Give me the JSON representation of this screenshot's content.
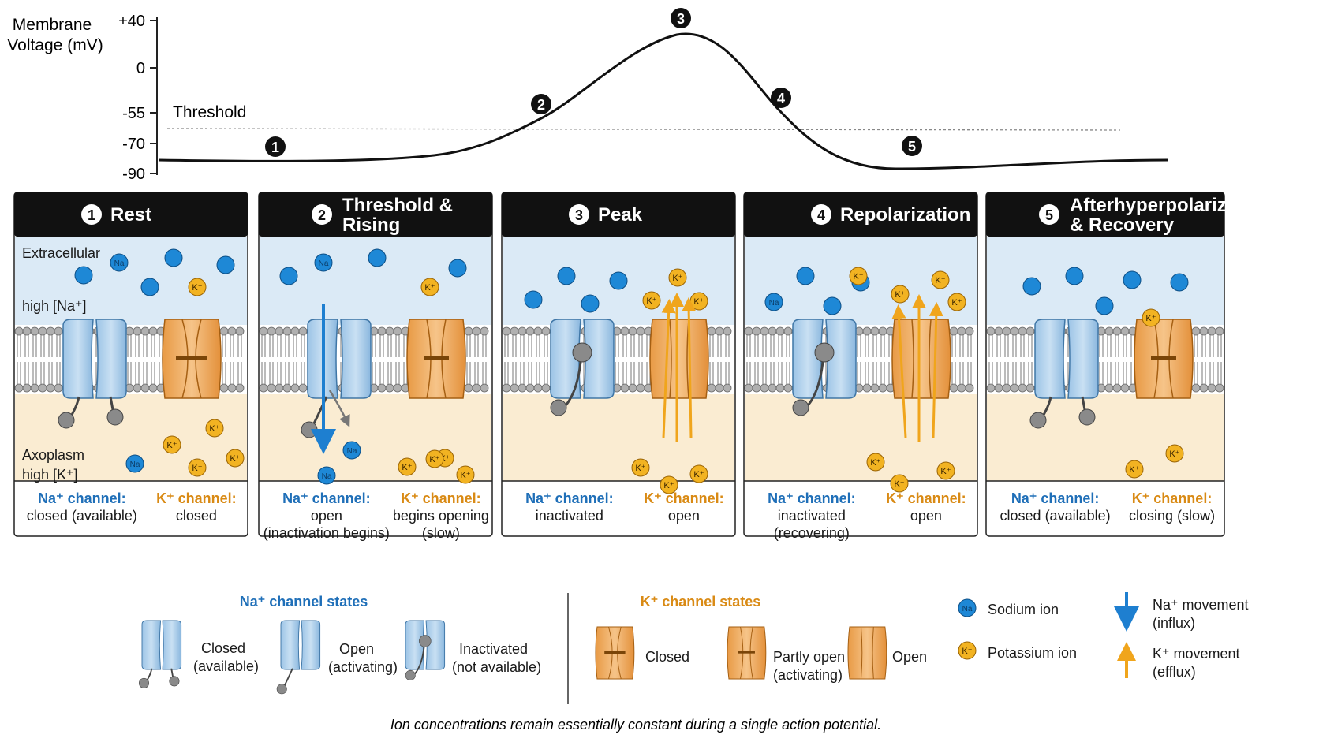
{
  "graph": {
    "y_axis_label": [
      "Membrane",
      "Voltage (mV)"
    ],
    "ticks": [
      "+40",
      "0",
      "-55",
      "-70",
      "-90"
    ],
    "threshold_label": "Threshold",
    "markers": [
      "1",
      "2",
      "3",
      "4",
      "5"
    ]
  },
  "panels": [
    {
      "num": "1",
      "title": [
        "Rest"
      ],
      "na_label": "Na⁺ channel:",
      "na_state": [
        "closed (available)"
      ],
      "k_label": "K⁺ channel:",
      "k_state": [
        "closed"
      ]
    },
    {
      "num": "2",
      "title": [
        "Threshold &",
        "Rising"
      ],
      "na_label": "Na⁺ channel:",
      "na_state": [
        "open",
        "(inactivation begins)"
      ],
      "k_label": "K⁺ channel:",
      "k_state": [
        "begins opening",
        "(slow)"
      ]
    },
    {
      "num": "3",
      "title": [
        "Peak"
      ],
      "na_label": "Na⁺ channel:",
      "na_state": [
        "inactivated"
      ],
      "k_label": "K⁺ channel:",
      "k_state": [
        "open"
      ]
    },
    {
      "num": "4",
      "title": [
        "Repolarization"
      ],
      "na_label": "Na⁺ channel:",
      "na_state": [
        "inactivated",
        "(recovering)"
      ],
      "k_label": "K⁺ channel:",
      "k_state": [
        "open"
      ]
    },
    {
      "num": "5",
      "title": [
        "Afterhyperpolarization",
        "& Recovery"
      ],
      "na_label": "Na⁺ channel:",
      "na_state": [
        "closed (available)"
      ],
      "k_label": "K⁺ channel:",
      "k_state": [
        "closing (slow)"
      ]
    }
  ],
  "panel1_labels": {
    "extracellular": "Extracellular",
    "high_na": "high [Na⁺]",
    "axoplasm": "Axoplasm",
    "high_k": "high [K⁺]"
  },
  "ion_text": {
    "na": "Na",
    "k": "K⁺"
  },
  "legend": {
    "na_title": "Na⁺ channel states",
    "na_states": [
      [
        "Closed",
        "(available)"
      ],
      [
        "Open",
        "(activating)"
      ],
      [
        "Inactivated",
        "(not available)"
      ]
    ],
    "k_title": "K⁺ channel states",
    "k_states": [
      [
        "Closed"
      ],
      [
        "Partly open",
        "(activating)"
      ],
      [
        "Open"
      ]
    ],
    "sodium_ion": "Sodium ion",
    "potassium_ion": "Potassium ion",
    "na_movement": [
      "Na⁺ movement",
      "(influx)"
    ],
    "k_movement": [
      "K⁺ movement",
      "(efflux)"
    ]
  },
  "footnote": "Ion concentrations remain essentially constant during a single action potential.",
  "colors": {
    "na_blue": "#1e88d6",
    "k_orange": "#f2b322",
    "na_text": "#1f6fb8",
    "k_text": "#d98a14",
    "extracellular": "#dbeaf6",
    "axoplasm": "#faecd2"
  }
}
